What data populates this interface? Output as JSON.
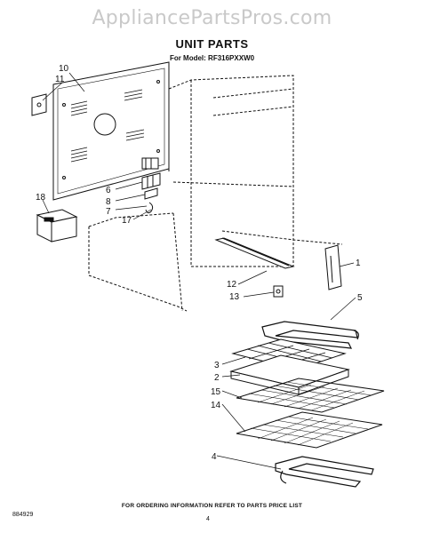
{
  "watermark": "AppliancePartsPros.com",
  "title": "UNIT PARTS",
  "model_line": "For Model: RF316PXXW0",
  "callouts": {
    "c1": "1",
    "c2": "2",
    "c3": "3",
    "c4": "4",
    "c5": "5",
    "c6": "6",
    "c7": "7",
    "c8": "8",
    "c10": "10",
    "c11": "11",
    "c12": "12",
    "c13": "13",
    "c14": "14",
    "c15": "15",
    "c17": "17",
    "c18": "18"
  },
  "footer": {
    "note": "FOR ORDERING INFORMATION REFER TO PARTS PRICE LIST",
    "doc_number": "884929",
    "page_number": "4"
  }
}
